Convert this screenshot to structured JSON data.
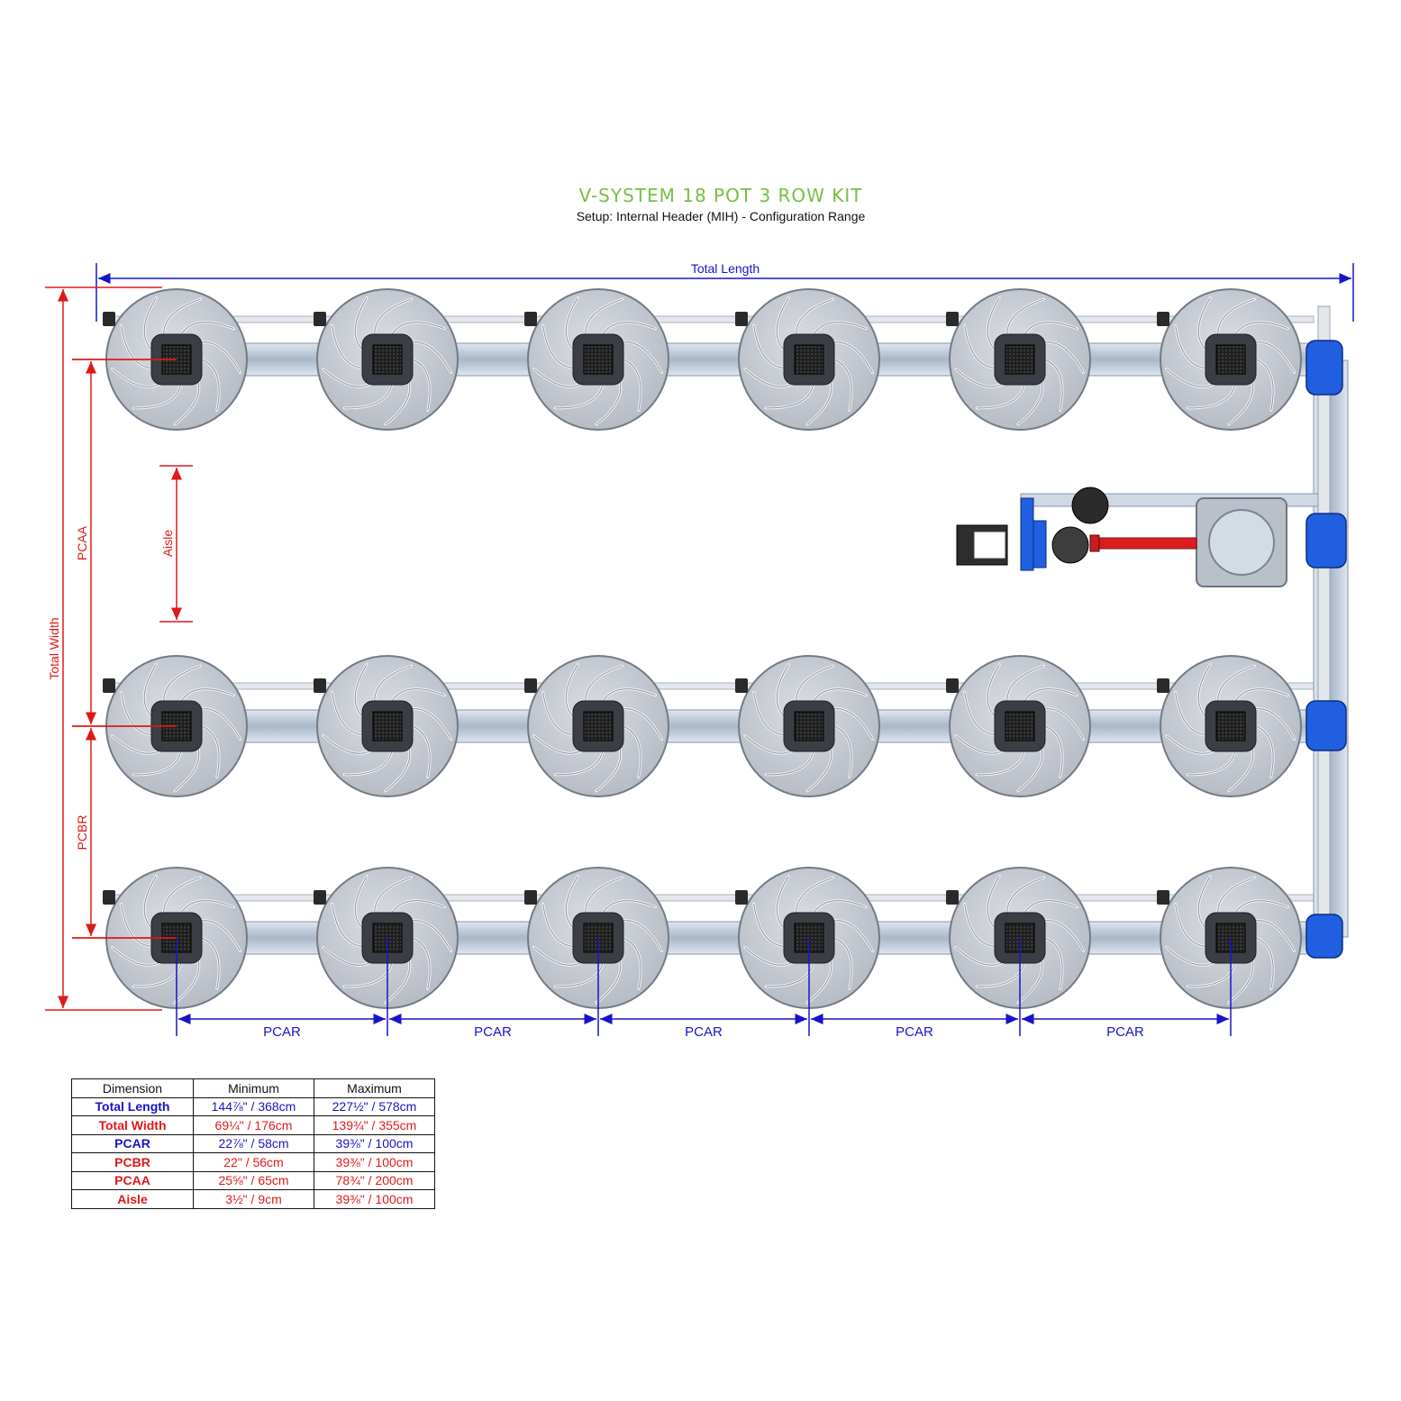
{
  "header": {
    "title": "V-SYSTEM 18 POT 3 ROW KIT",
    "subtitle": "Setup: Internal Header (MIH) - Configuration Range"
  },
  "labels": {
    "total_length": "Total Length",
    "total_width": "Total Width",
    "pcaa": "PCAA",
    "pcbr": "PCBR",
    "aisle": "Aisle",
    "pcar": [
      "PCAR",
      "PCAR",
      "PCAR",
      "PCAR",
      "PCAR"
    ]
  },
  "layout": {
    "rows": 3,
    "pots_per_row": 6
  },
  "colors": {
    "title_green": "#76c043",
    "length_blue": "#1515c8",
    "width_red": "#e01818",
    "pipe_blue": "#1f5fe0",
    "pot_grey": "#c9ccd3"
  },
  "table": {
    "headers": [
      "Dimension",
      "Minimum",
      "Maximum"
    ],
    "rows": [
      {
        "name": "Total Length",
        "min": "144⅞\" / 368cm",
        "max": "227½\" / 578cm",
        "color": "blue"
      },
      {
        "name": "Total Width",
        "min": "69¼\" / 176cm",
        "max": "139¾\" / 355cm",
        "color": "red"
      },
      {
        "name": "PCAR",
        "min": "22⅞\" / 58cm",
        "max": "39⅜\" / 100cm",
        "color": "blue"
      },
      {
        "name": "PCBR",
        "min": "22\" / 56cm",
        "max": "39⅜\" / 100cm",
        "color": "red"
      },
      {
        "name": "PCAA",
        "min": "25⅝\" / 65cm",
        "max": "78¾\" / 200cm",
        "color": "red"
      },
      {
        "name": "Aisle",
        "min": "3½\" / 9cm",
        "max": "39⅜\" / 100cm",
        "color": "red"
      }
    ]
  }
}
